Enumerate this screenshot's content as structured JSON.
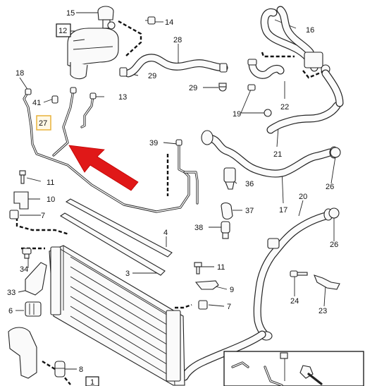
{
  "labels": {
    "l15": "15",
    "l14": "14",
    "l12": "12",
    "l28": "28",
    "l16": "16",
    "l18": "18",
    "l29a": "29",
    "l29b": "29",
    "l41": "41",
    "l13": "13",
    "l22": "22",
    "l19": "19",
    "l27": "27",
    "l21": "21",
    "l39": "39",
    "l11a": "11",
    "l36": "36",
    "l26a": "26",
    "l10": "10",
    "l7a": "7",
    "l20": "20",
    "l17": "17",
    "l37": "37",
    "l38": "38",
    "l26b": "26",
    "l4": "4",
    "l34": "34",
    "l11b": "11",
    "l3": "3",
    "l33": "33",
    "l9": "9",
    "l24": "24",
    "l6": "6",
    "l7b": "7",
    "l23": "23",
    "l8": "8",
    "l1": "1"
  },
  "colors": {
    "arrow": "#e01818",
    "highlight_box": "#e8b23a",
    "ink": "#222222"
  },
  "icons": {
    "pointer": "red-arrow-icon"
  }
}
